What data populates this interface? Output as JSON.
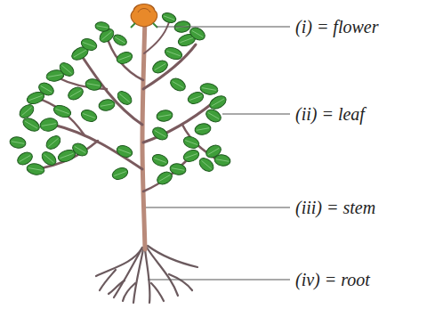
{
  "diagram": {
    "labels": [
      "(i) = flower",
      "(ii) = leaf",
      "(iii) = stem",
      "(iv) = root"
    ]
  }
}
